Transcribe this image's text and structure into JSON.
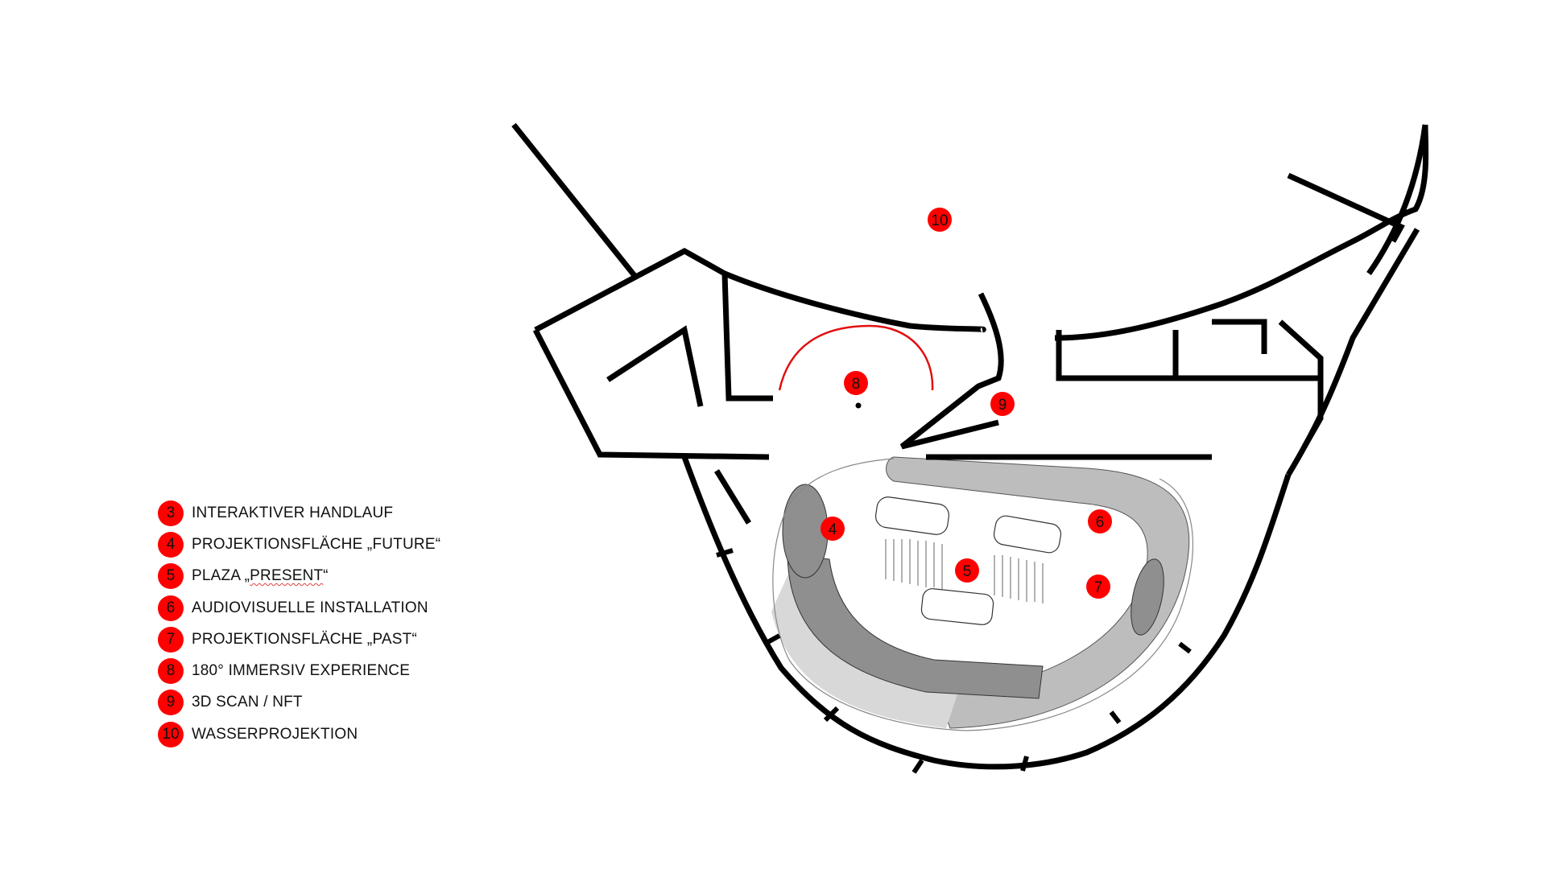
{
  "colors": {
    "marker": "#ff0000",
    "wall": "#000000",
    "floor_grey": "#bdbdbd",
    "dark_grey": "#8f8f8f",
    "red_line": "#e01010"
  },
  "legend": [
    {
      "num": "3",
      "label": "INTERAKTIVER HANDLAUF"
    },
    {
      "num": "4",
      "label": "PROJEKTIONSFLÄCHE „FUTURE“"
    },
    {
      "num": "5",
      "label_pre": "PLAZA „",
      "label_mark": "PRESENT",
      "label_post": "“"
    },
    {
      "num": "6",
      "label": "AUDIOVISUELLE INSTALLATION"
    },
    {
      "num": "7",
      "label": "PROJEKTIONSFLÄCHE „PAST“"
    },
    {
      "num": "8",
      "label": "180° IMMERSIV EXPERIENCE"
    },
    {
      "num": "9",
      "label": "3D SCAN / NFT"
    },
    {
      "num": "10",
      "label": "WASSERPROJEKTION"
    }
  ],
  "markers": {
    "m10": "10",
    "m8": "8",
    "m9": "9",
    "m4": "4",
    "m5": "5",
    "m6": "6",
    "m7": "7"
  }
}
